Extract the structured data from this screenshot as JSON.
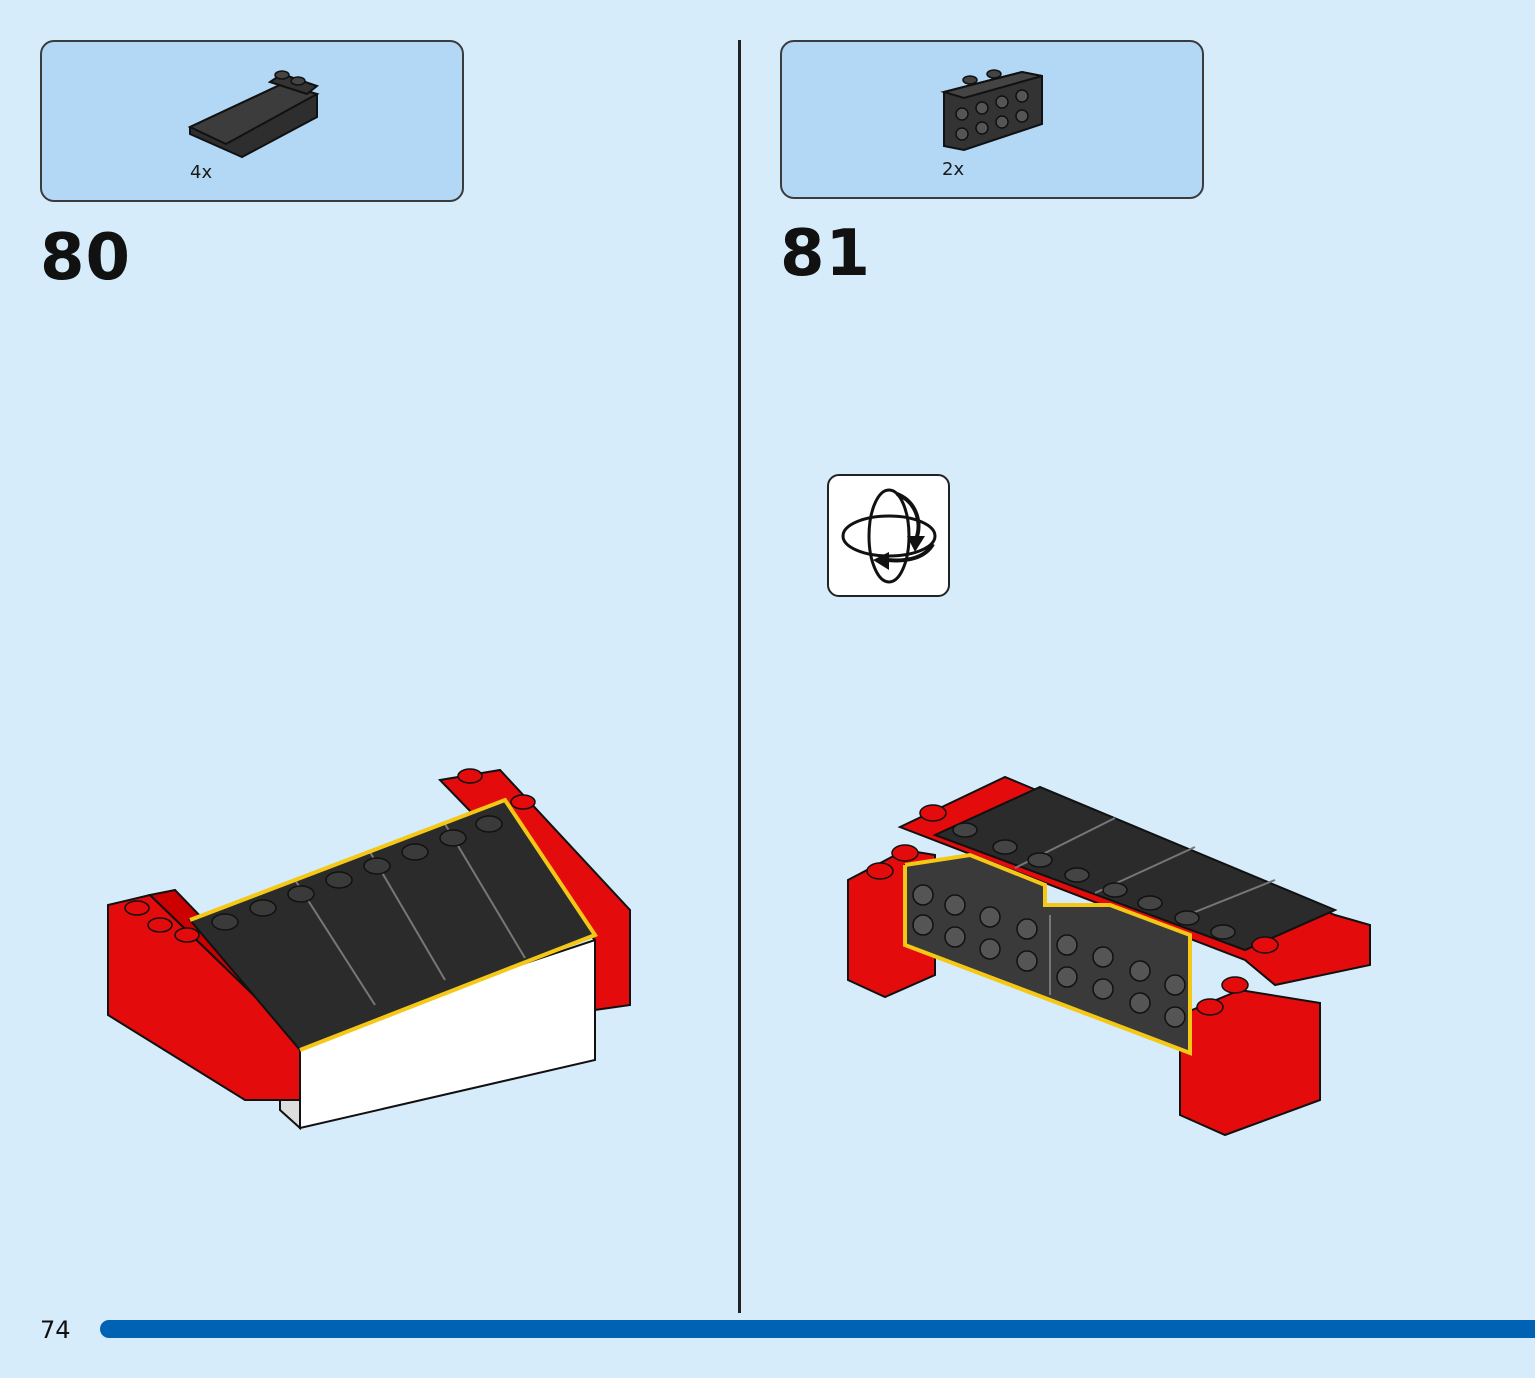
{
  "page": {
    "number": "74"
  },
  "steps": [
    {
      "number": "80",
      "parts": [
        {
          "qty": "4x",
          "part": "black-slope-brick-icon"
        }
      ]
    },
    {
      "number": "81",
      "parts": [
        {
          "qty": "2x",
          "part": "black-bracket-plate-icon"
        }
      ]
    }
  ],
  "callouts": {
    "rotate": "rotate-model-icon"
  },
  "colors": {
    "background": "#d6ecfb",
    "parts_box": "#b3d8f5",
    "brick_red": "#e30b0b",
    "brick_black": "#2b2b2b",
    "highlight": "#f5c816",
    "progress": "#0062b3"
  }
}
